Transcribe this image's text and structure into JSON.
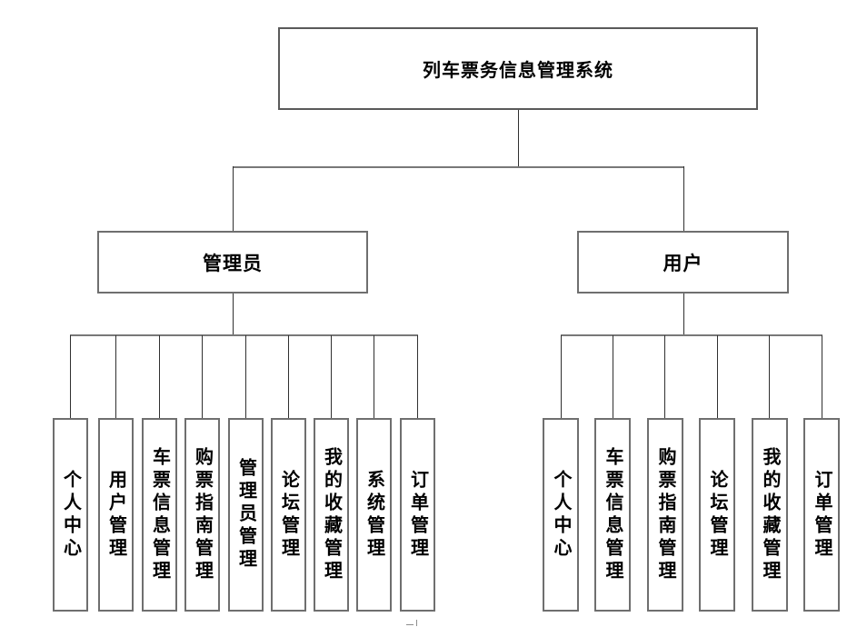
{
  "diagram": {
    "title": "列车票务信息管理系统",
    "branches": [
      {
        "label": "管理员",
        "children": [
          "个人中心",
          "用户管理",
          "车票信息管理",
          "购票指南管理",
          "管理员管理",
          "论坛管理",
          "我的收藏管理",
          "系统管理",
          "订单管理"
        ]
      },
      {
        "label": "用户",
        "children": [
          "个人中心",
          "车票信息管理",
          "购票指南管理",
          "论坛管理",
          "我的收藏管理",
          "订单管理"
        ]
      }
    ],
    "colors": {
      "box_border": "#6f6f6f",
      "connector_line": "#303030",
      "connector_bus": "#787878",
      "background": "#ffffff",
      "text": "#000000"
    }
  }
}
